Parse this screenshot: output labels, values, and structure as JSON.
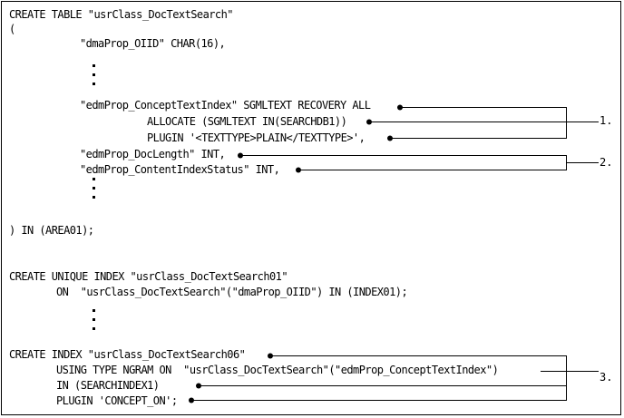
{
  "code_lines": [
    "CREATE TABLE \"usrClass_DocTextSearch\"",
    "(",
    "\"dmaProp_OIID\" CHAR(16),",
    "\"edmProp_ConceptTextIndex\" SGMLTEXT RECOVERY ALL",
    "ALLOCATE (SGMLTEXT IN(SEARCHDB1))",
    "PLUGIN '<TEXTTYPE>PLAIN</TEXTTYPE>',",
    "\"edmProp_DocLength\" INT,",
    "\"edmProp_ContentIndexStatus\" INT,",
    ") IN (AREA01);",
    "CREATE UNIQUE INDEX \"usrClass_DocTextSearch01\"",
    "ON  \"usrClass_DocTextSearch\"(\"dmaProp_OIID\") IN (INDEX01);",
    "CREATE INDEX \"usrClass_DocTextSearch06\"",
    "USING TYPE NGRAM ON  \"usrClass_DocTextSearch\"(\"edmProp_ConceptTextIndex\")",
    "IN (SEARCHINDEX1)",
    "PLUGIN 'CONCEPT_ON';"
  ],
  "callouts": [
    "1.",
    "2.",
    "3."
  ]
}
